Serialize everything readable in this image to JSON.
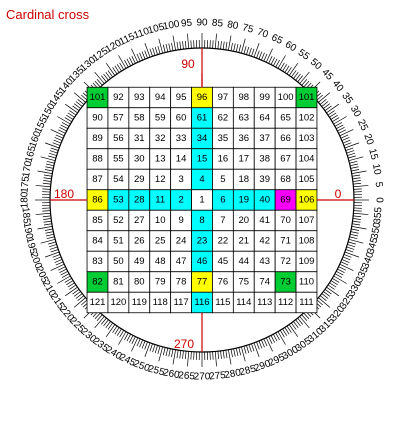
{
  "title": "Cardinal cross",
  "colors": {
    "red": "#cc0000",
    "cyan": "#00ffff",
    "green": "#00cc33",
    "yellow": "#ffff00",
    "magenta": "#ff00ff",
    "white": "#ffffff",
    "black": "#000000"
  },
  "dial": {
    "major_step_degrees": 5,
    "minor_step_degrees": 1,
    "cardinal_labels": [
      "0",
      "90",
      "180",
      "270"
    ]
  },
  "grid": {
    "rows": [
      [
        "101",
        "92",
        "93",
        "94",
        "95",
        "96",
        "97",
        "98",
        "99",
        "100",
        "101"
      ],
      [
        "90",
        "57",
        "58",
        "59",
        "60",
        "61",
        "62",
        "63",
        "64",
        "65",
        "102"
      ],
      [
        "89",
        "56",
        "31",
        "32",
        "33",
        "34",
        "35",
        "36",
        "37",
        "66",
        "103"
      ],
      [
        "88",
        "55",
        "30",
        "13",
        "14",
        "15",
        "16",
        "17",
        "38",
        "67",
        "104"
      ],
      [
        "87",
        "54",
        "29",
        "12",
        "3",
        "4",
        "5",
        "18",
        "39",
        "68",
        "105"
      ],
      [
        "86",
        "53",
        "28",
        "11",
        "2",
        "1",
        "6",
        "19",
        "40",
        "69",
        "106"
      ],
      [
        "85",
        "52",
        "27",
        "10",
        "9",
        "8",
        "7",
        "20",
        "41",
        "70",
        "107"
      ],
      [
        "84",
        "51",
        "26",
        "25",
        "24",
        "23",
        "22",
        "21",
        "42",
        "71",
        "108"
      ],
      [
        "83",
        "50",
        "49",
        "48",
        "47",
        "46",
        "45",
        "44",
        "43",
        "72",
        "109"
      ],
      [
        "82",
        "81",
        "80",
        "79",
        "78",
        "77",
        "76",
        "75",
        "74",
        "73",
        "110"
      ],
      [
        "121",
        "120",
        "119",
        "118",
        "117",
        "116",
        "115",
        "114",
        "113",
        "112",
        "111"
      ]
    ],
    "cell_colors": [
      [
        "green",
        "white",
        "white",
        "white",
        "white",
        "yellow",
        "white",
        "white",
        "white",
        "white",
        "green"
      ],
      [
        "white",
        "white",
        "white",
        "white",
        "white",
        "cyan",
        "white",
        "white",
        "white",
        "white",
        "white"
      ],
      [
        "white",
        "white",
        "white",
        "white",
        "white",
        "cyan",
        "white",
        "white",
        "white",
        "white",
        "white"
      ],
      [
        "white",
        "white",
        "white",
        "white",
        "white",
        "cyan",
        "white",
        "white",
        "white",
        "white",
        "white"
      ],
      [
        "white",
        "white",
        "white",
        "white",
        "white",
        "cyan",
        "white",
        "white",
        "white",
        "white",
        "white"
      ],
      [
        "yellow",
        "cyan",
        "cyan",
        "cyan",
        "cyan",
        "white",
        "cyan",
        "cyan",
        "cyan",
        "magenta",
        "yellow"
      ],
      [
        "white",
        "white",
        "white",
        "white",
        "white",
        "cyan",
        "white",
        "white",
        "white",
        "white",
        "white"
      ],
      [
        "white",
        "white",
        "white",
        "white",
        "white",
        "cyan",
        "white",
        "white",
        "white",
        "white",
        "white"
      ],
      [
        "white",
        "white",
        "white",
        "white",
        "white",
        "cyan",
        "white",
        "white",
        "white",
        "white",
        "white"
      ],
      [
        "green",
        "white",
        "white",
        "white",
        "white",
        "yellow",
        "white",
        "white",
        "white",
        "green",
        "white"
      ],
      [
        "white",
        "white",
        "white",
        "white",
        "white",
        "cyan",
        "white",
        "white",
        "white",
        "white",
        "white"
      ]
    ]
  }
}
